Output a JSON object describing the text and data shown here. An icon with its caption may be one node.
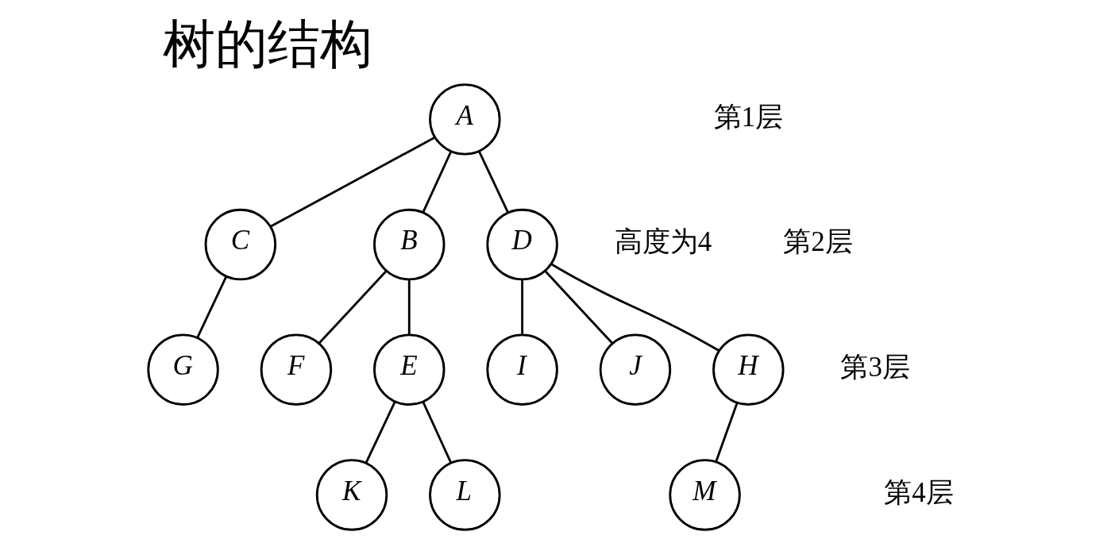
{
  "diagram": {
    "title": "树的结构",
    "nodes": [
      {
        "text": [
          "A"
        ]
      },
      {
        "text": [
          "B"
        ]
      },
      {
        "text": [
          "C"
        ]
      },
      {
        "text": [
          "D"
        ]
      },
      {
        "text": [
          "E"
        ]
      },
      {
        "text": [
          "F"
        ]
      },
      {
        "text": [
          "G"
        ]
      },
      {
        "text": [
          "H"
        ]
      },
      {
        "text": [
          "I"
        ]
      },
      {
        "text": [
          "J"
        ]
      },
      {
        "text": [
          "K"
        ]
      },
      {
        "text": [
          "L"
        ]
      },
      {
        "text": [
          "M"
        ]
      }
    ],
    "edges": [
      {
        "from": 0,
        "to": 1,
        "arrow": "none"
      },
      {
        "from": 0,
        "to": 2,
        "arrow": "none"
      },
      {
        "from": 0,
        "to": 3,
        "arrow": "none"
      },
      {
        "from": 1,
        "to": 4,
        "arrow": "none"
      },
      {
        "from": 1,
        "to": 5,
        "arrow": "none"
      },
      {
        "from": 2,
        "to": 6,
        "arrow": "none"
      },
      {
        "from": 3,
        "to": 7,
        "arrow": "none"
      },
      {
        "from": 3,
        "to": 8,
        "arrow": "none"
      },
      {
        "from": 3,
        "to": 9,
        "arrow": "none"
      },
      {
        "from": 4,
        "to": 10,
        "arrow": "none"
      },
      {
        "from": 4,
        "to": 11,
        "arrow": "none"
      },
      {
        "from": 7,
        "to": 12,
        "arrow": "none"
      }
    ],
    "labels": [
      "第1层",
      "第2层",
      "高度为4",
      "第3层",
      "第4层"
    ]
  }
}
